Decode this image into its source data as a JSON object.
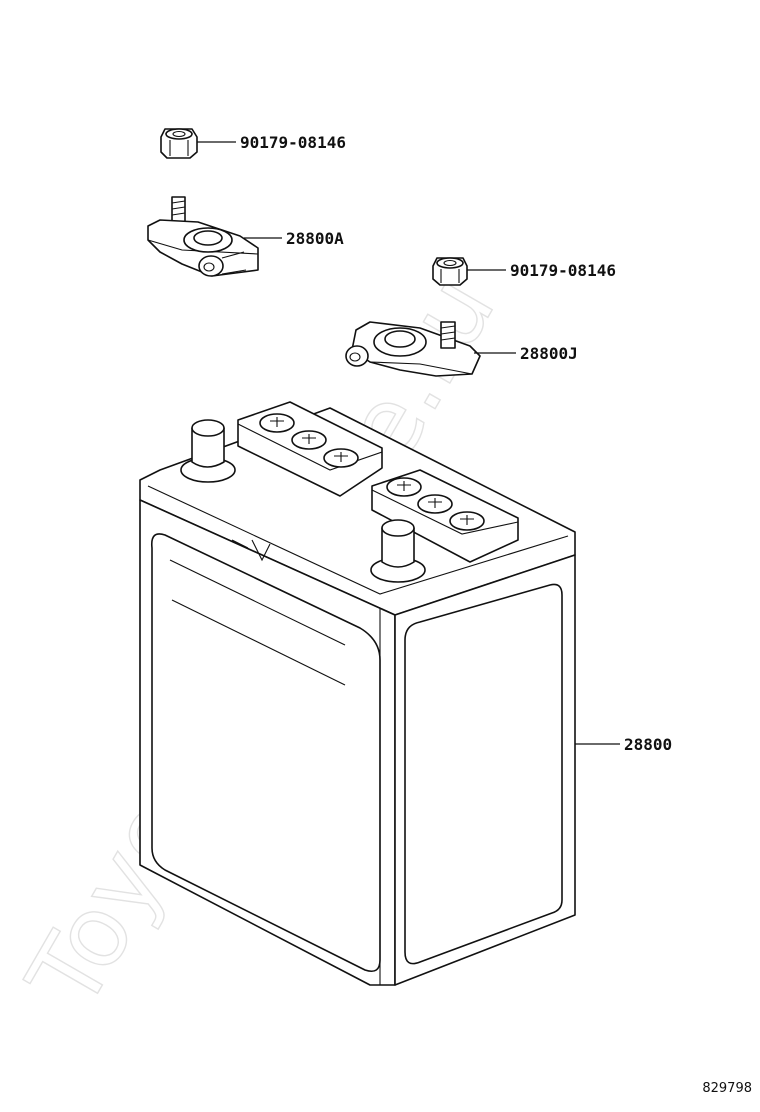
{
  "watermark": {
    "text": "ToyotaGoMine.ru"
  },
  "parts": [
    {
      "id": "nut-1",
      "label": "90179-08146"
    },
    {
      "id": "terminal-a",
      "label": "28800A"
    },
    {
      "id": "nut-2",
      "label": "90179-08146"
    },
    {
      "id": "terminal-j",
      "label": "28800J"
    },
    {
      "id": "battery",
      "label": "28800"
    }
  ],
  "diagram_number": "829798"
}
